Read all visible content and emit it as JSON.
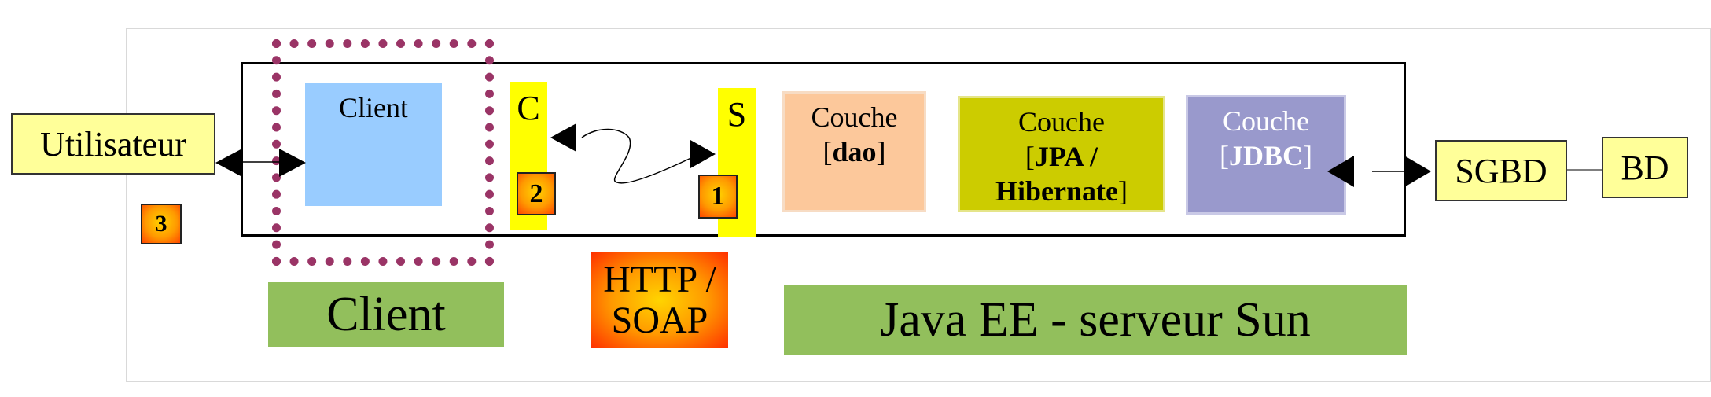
{
  "nodes": {
    "utilisateur": "Utilisateur",
    "client_inner": "Client",
    "c_label": "C",
    "s_label": "S",
    "couche_dao": {
      "line1": "Couche",
      "open": "[",
      "bold": "dao",
      "close": "]"
    },
    "couche_jpa": {
      "line1": "Couche",
      "open": "[",
      "bold1": "JPA /",
      "bold2": "Hibernate",
      "close": "]"
    },
    "couche_jdbc": {
      "line1": "Couche",
      "open": "[",
      "bold": "JDBC",
      "close": "]"
    },
    "sgbd": "SGBD",
    "bd": "BD"
  },
  "badges": {
    "one": "1",
    "two": "2",
    "three": "3"
  },
  "protocol": {
    "line1": "HTTP /",
    "line2": "SOAP"
  },
  "labels": {
    "client": "Client",
    "server": "Java EE - serveur Sun"
  },
  "colors": {
    "dotted_border": "#9a3466",
    "client_box": "#99ccff",
    "yellow_bar": "#ffff00",
    "couche_dao": "#fcc89b",
    "couche_jpa": "#cccc00",
    "couche_jdbc": "#9999cc",
    "green_label": "#92bf5c",
    "node_fill": "#ffff99"
  }
}
